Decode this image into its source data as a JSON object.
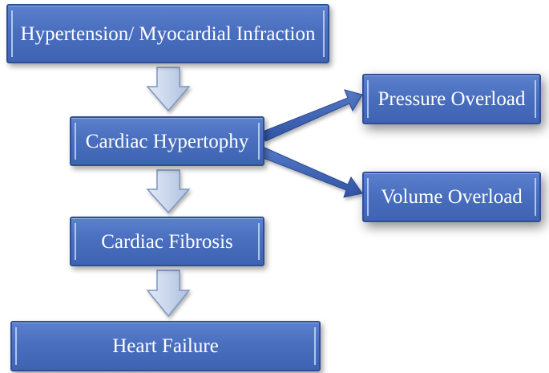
{
  "nodes": {
    "hypertension": "Hypertension/ Myocardial Infraction",
    "hypertrophy": "Cardiac Hypertophy",
    "fibrosis": "Cardiac Fibrosis",
    "failure": "Heart Failure",
    "pressure": "Pressure Overload",
    "volume": "Volume Overload"
  },
  "colors": {
    "box_fill": "#4a6fbf",
    "box_border": "#2d4f95",
    "box_text": "#ffffff",
    "down_arrow_fill": "#c9d6ec",
    "down_arrow_stroke": "#7d95bf",
    "branch_arrow": "#3d62b6"
  },
  "edges": [
    {
      "from": "hypertension",
      "to": "hypertrophy",
      "style": "block-arrow"
    },
    {
      "from": "hypertrophy",
      "to": "fibrosis",
      "style": "block-arrow"
    },
    {
      "from": "fibrosis",
      "to": "failure",
      "style": "block-arrow"
    },
    {
      "from": "hypertrophy",
      "to": "pressure",
      "style": "branch-arrow"
    },
    {
      "from": "hypertrophy",
      "to": "volume",
      "style": "branch-arrow"
    }
  ]
}
